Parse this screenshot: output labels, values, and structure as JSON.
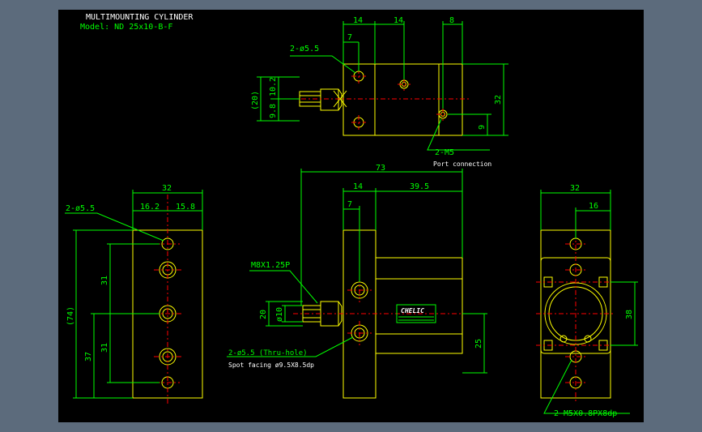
{
  "title": {
    "line1": "MULTIMOUNTING CYLINDER",
    "line2": "Model: ND 25x10-B-F"
  },
  "colors": {
    "background": "#000000",
    "outline": "#ffff00",
    "dimension": "#00ff00",
    "centerline": "#ff0000",
    "text": "#ffffff",
    "frame": "#5c6b7c"
  },
  "top_view": {
    "dims": {
      "d14a": "14",
      "d14b": "14",
      "d8": "8",
      "d7": "7",
      "d20": "(20)",
      "d10_2": "10.2",
      "d9_8": "9.8",
      "d32": "32",
      "d9": "9"
    },
    "callout_holes": "2-ø5.5",
    "callout_port": "2-M5",
    "port_note": "Port connection"
  },
  "side_view": {
    "dims": {
      "d32": "32",
      "d16_2": "16.2",
      "d15_8": "15.8",
      "d31a": "31",
      "d31b": "31",
      "d74": "(74)",
      "d37": "37"
    },
    "callout_holes": "2-ø5.5"
  },
  "front_view": {
    "dims": {
      "d73": "73",
      "d14": "14",
      "d39_5": "39.5",
      "d7": "7",
      "d20": "20",
      "d10": "ø10",
      "d25": "25"
    },
    "callout_thread": "M8X1.25P",
    "callout_holes": "2-ø5.5 (Thru-hole)",
    "callout_spot": "Spot facing  ø9.5X8.5dp",
    "brand_label": "CHELIC"
  },
  "end_view": {
    "dims": {
      "d32": "32",
      "d16": "16",
      "d38": "38"
    },
    "callout_tap": "2-M5X0.8PX8dp"
  }
}
